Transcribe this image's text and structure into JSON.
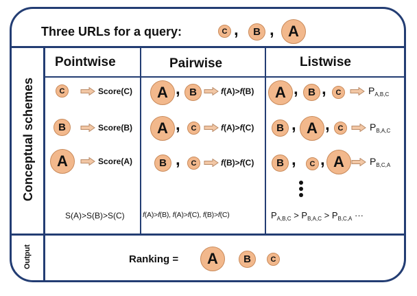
{
  "header": {
    "title": "Three URLs for a query:",
    "urls": [
      "C",
      "B",
      "A"
    ]
  },
  "side_labels": {
    "conceptual": "Conceptual schemes",
    "output": "Output"
  },
  "columns": {
    "pointwise": "Pointwise",
    "pairwise": "Pairwise",
    "listwise": "Listwise"
  },
  "pointwise": {
    "rows": [
      {
        "url": "C",
        "result": "Score(C)"
      },
      {
        "url": "B",
        "result": "Score(B)"
      },
      {
        "url": "A",
        "result": "Score(A)"
      }
    ],
    "summary": "S(A)>S(B)>S(C)"
  },
  "pairwise": {
    "rows": [
      {
        "first": "A",
        "second": "B",
        "f1": "f",
        "a1": "(A)>",
        "f2": "f",
        "a2": "(B)"
      },
      {
        "first": "A",
        "second": "C",
        "f1": "f",
        "a1": "(A)>",
        "f2": "f",
        "a2": "(C)"
      },
      {
        "first": "B",
        "second": "C",
        "f1": "f",
        "a1": "(B)>",
        "f2": "f",
        "a2": "(C)"
      }
    ],
    "summary": {
      "p1": "f",
      "p1b": "(A)>",
      "p1c": "f",
      "p1d": "(B), ",
      "p2": "f",
      "p2b": "(A)>",
      "p2c": "f",
      "p2d": "(C), ",
      "p3": "f",
      "p3b": "(B)>",
      "p3c": "f",
      "p3d": "(C)"
    }
  },
  "listwise": {
    "rows": [
      {
        "order": [
          "A",
          "B",
          "C"
        ],
        "p": "P",
        "sub": "A,B,C"
      },
      {
        "order": [
          "B",
          "A",
          "C"
        ],
        "p": "P",
        "sub": "B,A,C"
      },
      {
        "order": [
          "B",
          "C",
          "A"
        ],
        "p": "P",
        "sub": "B,C,A"
      }
    ],
    "summary": {
      "p1": "P",
      "s1": "A,B,C",
      "gt1": " > ",
      "p2": "P",
      "s2": "B,A,C",
      "gt2": " > ",
      "p3": "P",
      "s3": "B,C,A",
      "tail": " ···"
    }
  },
  "output": {
    "label": "Ranking =",
    "ranking": [
      "A",
      "B",
      "C"
    ]
  },
  "colors": {
    "border": "#233d73",
    "circle_fill": "#f2b88c",
    "arrow_fill": "#f2c7a5"
  },
  "icons": [
    "right-arrow-icon",
    "vertical-ellipsis-icon"
  ]
}
